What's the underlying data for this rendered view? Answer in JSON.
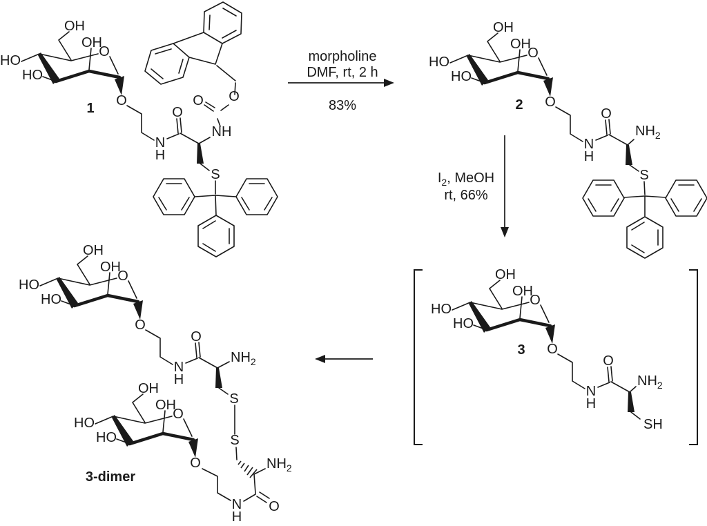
{
  "scheme": {
    "colors": {
      "line": "#1a1a1a",
      "background": "#ffffff"
    },
    "compound_labels": {
      "c1": "1",
      "c2": "2",
      "c3": "3",
      "dimer": "3-dimer"
    },
    "step1": {
      "reagent": "morpholine",
      "conditions": "DMF, rt, 2 h",
      "yield": "83%"
    },
    "step2": {
      "reagent_element": "I",
      "reagent_subscript": "2",
      "reagent_solvent": ", MeOH",
      "conditions": "rt, 66%"
    },
    "atom_labels": {
      "hydroxyl": "OH",
      "hydroxyl_left": "HO",
      "ring_oxygen": "O",
      "oxygen": "O",
      "nitrogen": "N",
      "hydrogen": "H",
      "amide_nh": "NH",
      "amine_nh": "NH",
      "amine_subscript": "2",
      "sulfur": "S",
      "thiol": "SH"
    }
  }
}
